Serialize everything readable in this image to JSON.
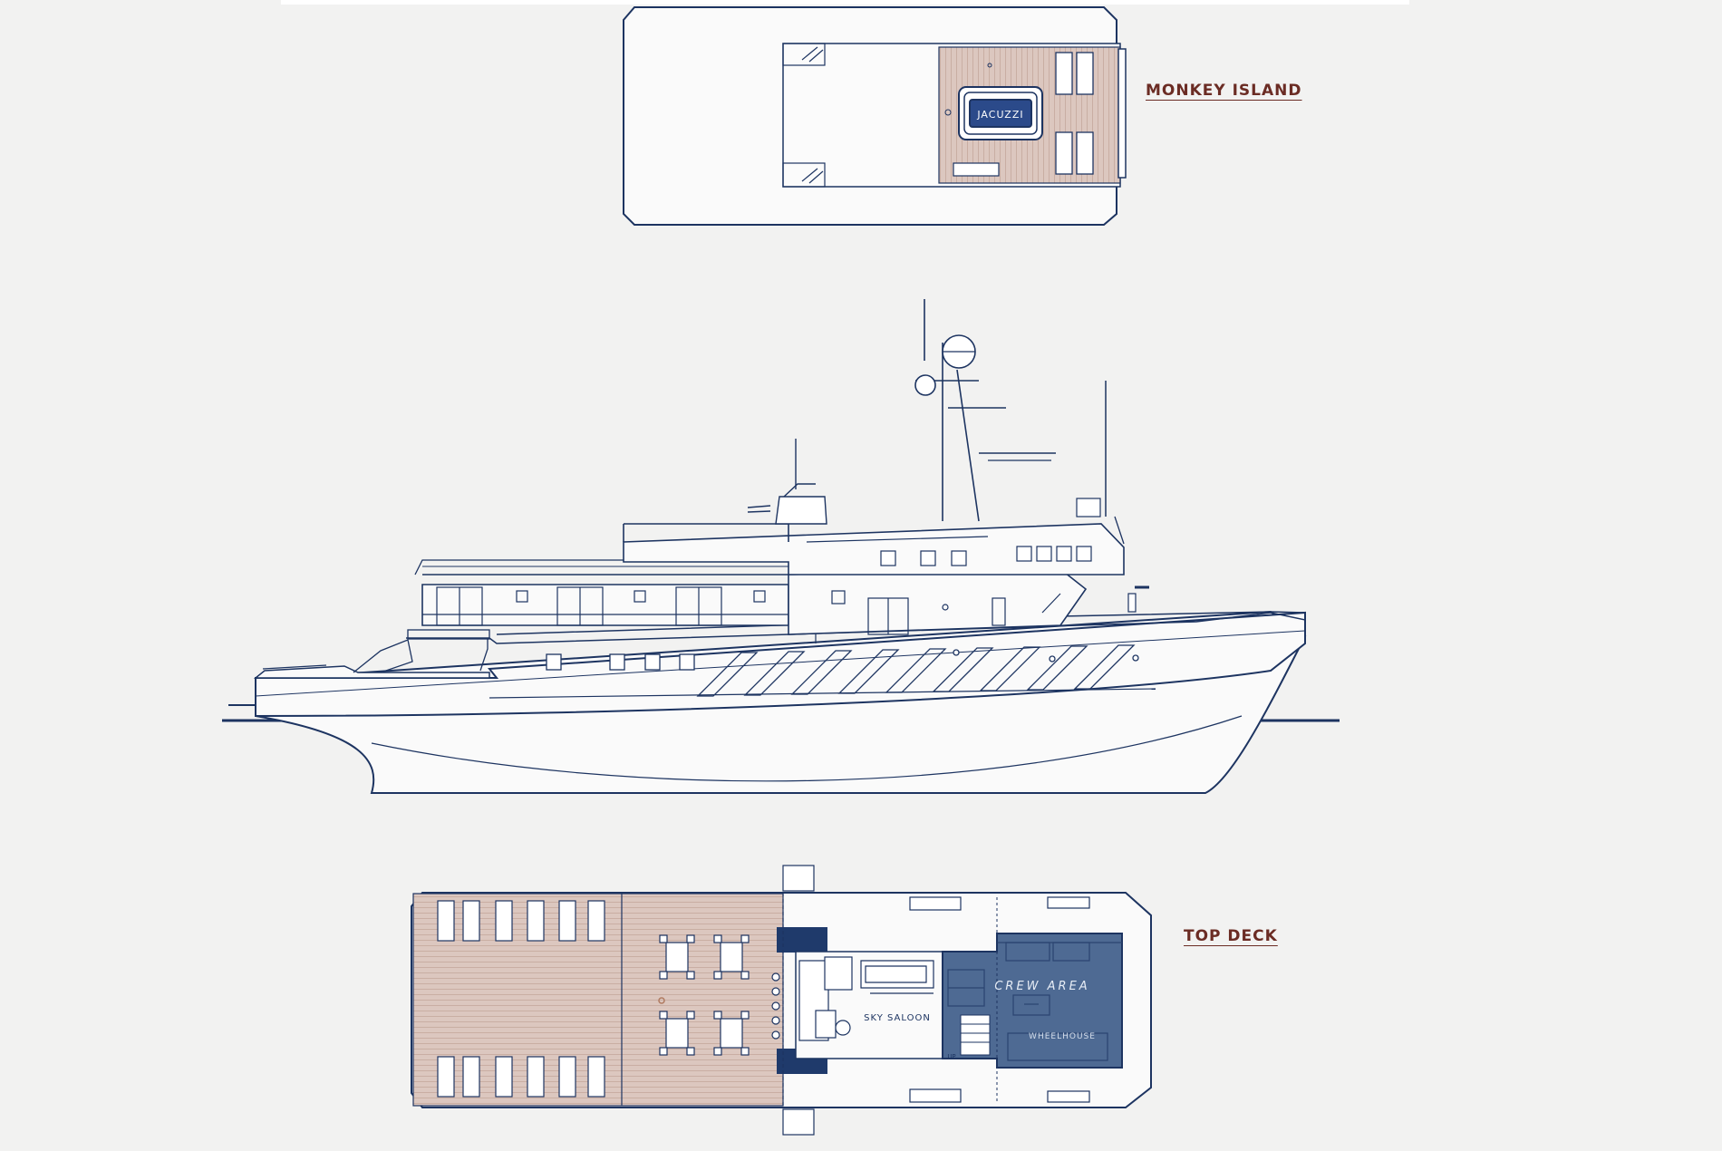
{
  "labels": {
    "monkey_island": "MONKEY ISLAND",
    "top_deck": "TOP DECK",
    "jacuzzi": "JACUZZI",
    "crew_area": "CREW AREA",
    "wheelhouse": "WHEELHOUSE",
    "sky_saloon": "SKY SALOON",
    "up": "UP"
  },
  "colors": {
    "background": "#f2f2f1",
    "line": "#1d3461",
    "teak": "#dcc7bf",
    "crew_fill": "#4e6a93",
    "label": "#6b2c24"
  }
}
